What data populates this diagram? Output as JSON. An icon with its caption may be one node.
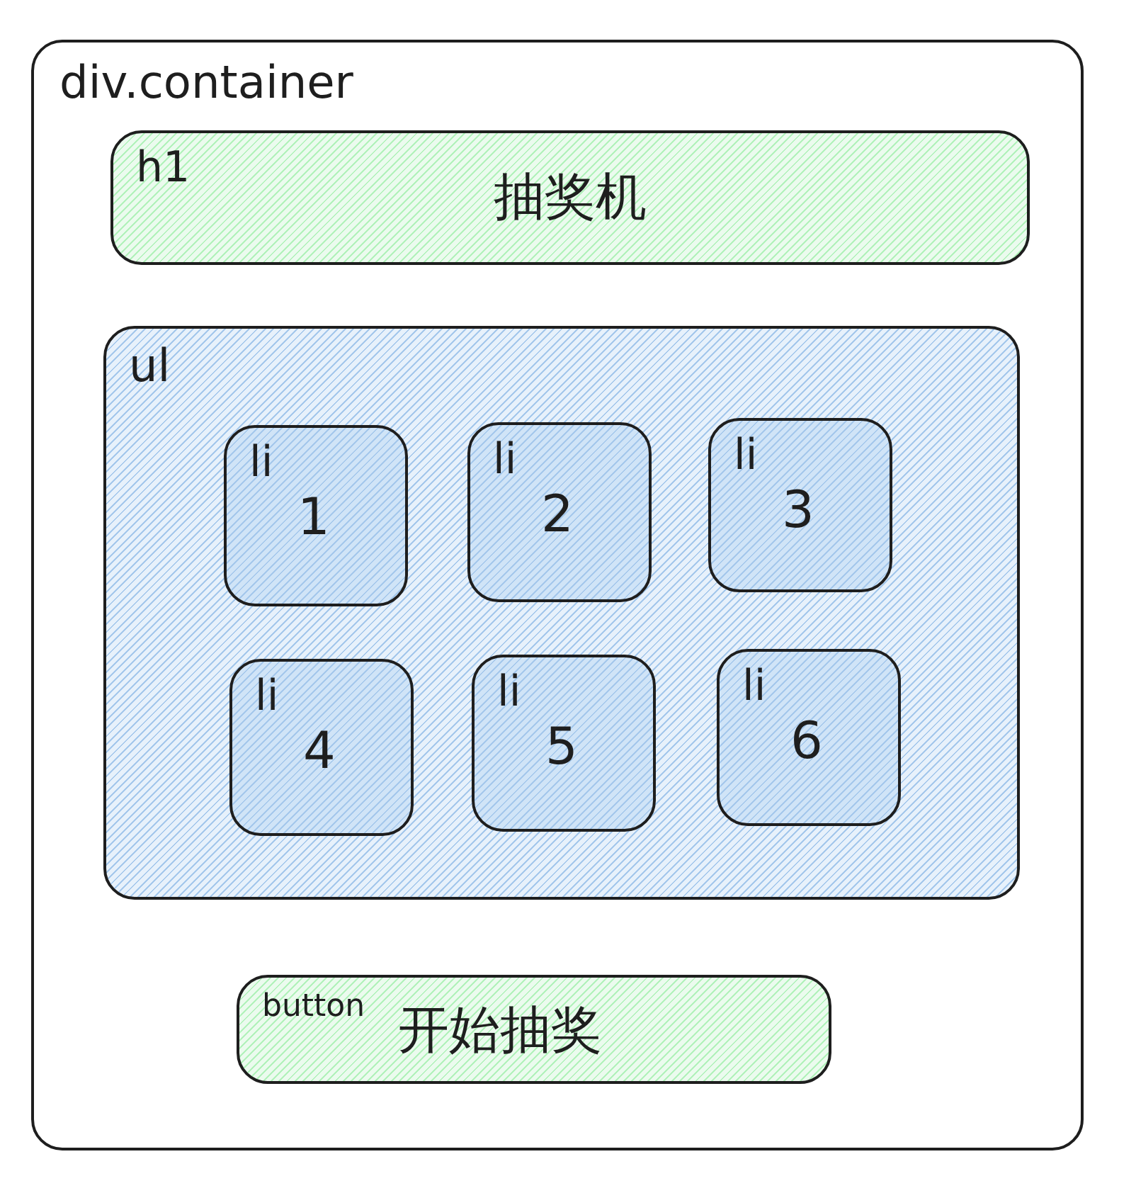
{
  "diagram": {
    "nodes": [
      {
        "text": [
          "div.container"
        ]
      },
      {
        "text": [
          "h1",
          "抽奖机"
        ],
        "in": 0
      },
      {
        "text": [
          "ul"
        ],
        "in": 0
      },
      {
        "text": [
          "li",
          "1"
        ],
        "in": 2
      },
      {
        "text": [
          "li",
          "2"
        ],
        "in": 2
      },
      {
        "text": [
          "li",
          "3"
        ],
        "in": 2
      },
      {
        "text": [
          "li",
          "4"
        ],
        "in": 2
      },
      {
        "text": [
          "li",
          "5"
        ],
        "in": 2
      },
      {
        "text": [
          "li",
          "6"
        ],
        "in": 2
      },
      {
        "text": [
          "button",
          "开始抽奖"
        ],
        "in": 0
      }
    ]
  }
}
